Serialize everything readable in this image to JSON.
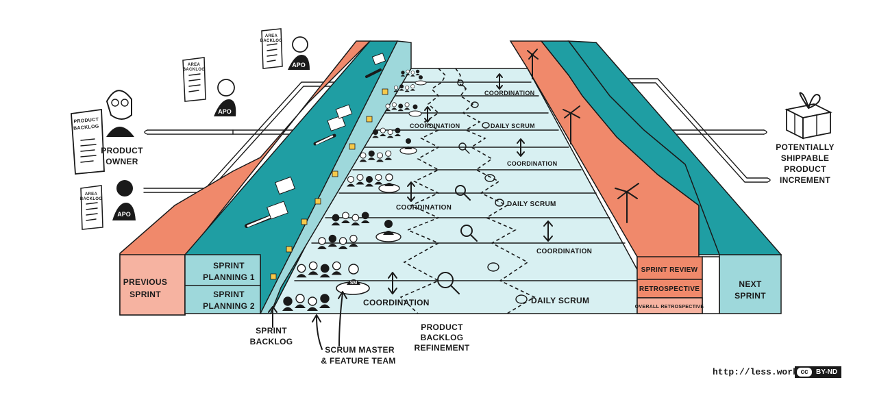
{
  "colors": {
    "coral": "#f0896b",
    "coral_light": "#f6b3a1",
    "teal": "#1f9ea3",
    "teal_light": "#9ed8db",
    "track": "#d8f0f2",
    "ink": "#1a1a1a"
  },
  "labels": {
    "previous_sprint_1": "PREVIOUS",
    "previous_sprint_2": "SPRINT",
    "next_sprint_1": "NEXT",
    "next_sprint_2": "SPRINT",
    "sprint_planning_1a": "SPRINT",
    "sprint_planning_1b": "PLANNING 1",
    "sprint_planning_2a": "SPRINT",
    "sprint_planning_2b": "PLANNING 2",
    "sprint_review": "SPRINT REVIEW",
    "retrospective": "RETROSPECTIVE",
    "overall_retrospective": "OVERALL RETROSPECTIVE",
    "sprint_backlog_1": "SPRINT",
    "sprint_backlog_2": "BACKLOG",
    "scrum_master_1": "SCRUM MASTER",
    "scrum_master_2": "& FEATURE TEAM",
    "pbr_1": "PRODUCT",
    "pbr_2": "BACKLOG",
    "pbr_3": "REFINEMENT",
    "product_owner_1": "PRODUCT",
    "product_owner_2": "OWNER",
    "product_backlog_1": "PRODUCT",
    "product_backlog_2": "BACKLOG",
    "area_backlog_1": "AREA",
    "area_backlog_2": "BACKLOG",
    "apo": "APO",
    "sm": "SM",
    "psi_1": "POTENTIALLY",
    "psi_2": "SHIPPABLE",
    "psi_3": "PRODUCT",
    "psi_4": "INCREMENT",
    "coordination": "COORDINATION",
    "daily_scrum": "DAILY SCRUM"
  },
  "footer": {
    "url": "http://less.works",
    "license_cc": "cc",
    "license_type": "BY-ND"
  },
  "icons": [
    "product-owner-avatar",
    "apo-avatar",
    "scrum-master-avatar",
    "backlog-sheet-icon",
    "magnifier-icon",
    "speech-bubble-icon",
    "gift-box-icon",
    "double-arrow-icon",
    "pinwheel-icon",
    "marker-pen-icon"
  ]
}
